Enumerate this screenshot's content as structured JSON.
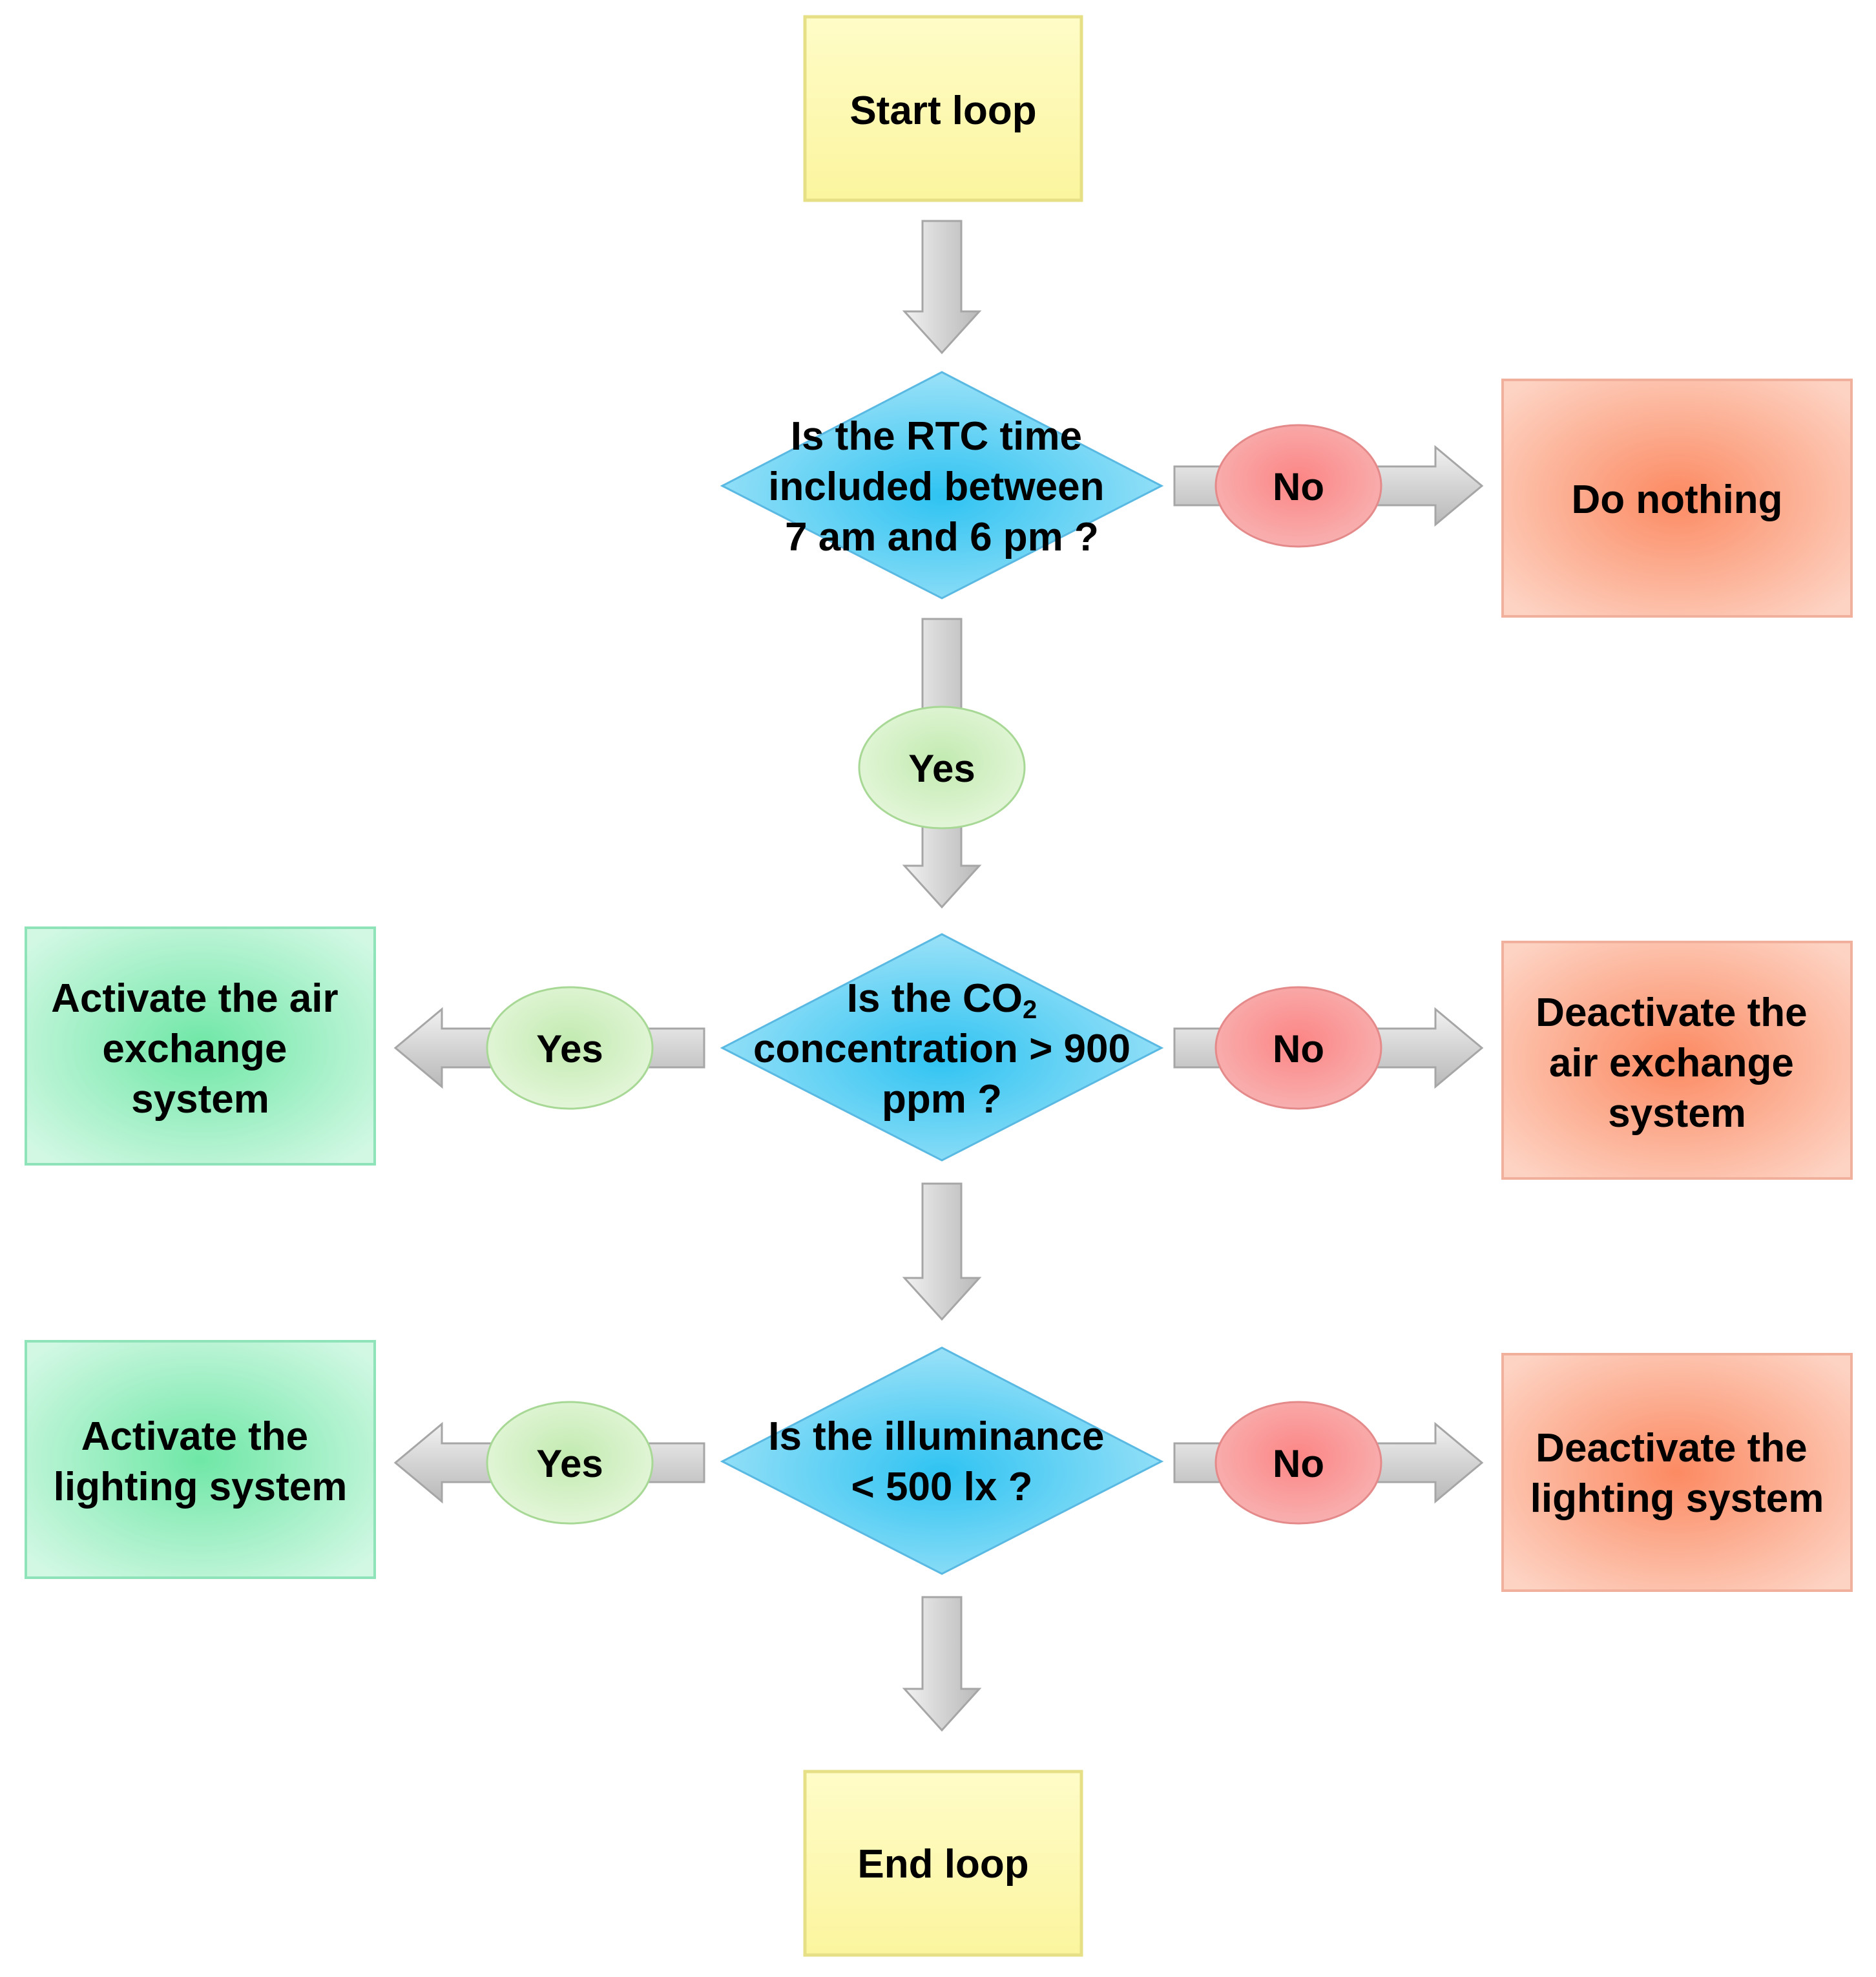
{
  "start": {
    "label": "Start loop"
  },
  "end": {
    "label": "End loop"
  },
  "decisions": {
    "rtc": {
      "lines": [
        "Is the RTC time",
        "included between",
        "7 am and 6 pm ?"
      ]
    },
    "co2": {
      "line1_a": "Is the CO",
      "line1_sub": "2",
      "line2": "concentration > 900",
      "line3": "ppm ?"
    },
    "illuminance": {
      "lines": [
        "Is the illuminance",
        "< 500 lx ?"
      ]
    }
  },
  "branches": {
    "no_label": "No",
    "yes_label": "Yes"
  },
  "actions": {
    "do_nothing": {
      "lines": [
        "Do nothing"
      ]
    },
    "activate_air": {
      "lines": [
        "Activate the air",
        "exchange",
        "system"
      ]
    },
    "deactivate_air": {
      "lines": [
        "Deactivate the",
        "air exchange",
        "system"
      ]
    },
    "activate_lighting": {
      "lines": [
        "Activate the",
        "lighting system"
      ]
    },
    "deactivate_lighting": {
      "lines": [
        "Deactivate the",
        "lighting system"
      ]
    }
  },
  "colors": {
    "terminal_fill": "#fdf8b8",
    "terminal_stroke": "#eae48a",
    "decision_fill": "#68cff2",
    "decision_stroke": "#4db8e4",
    "no_fill": "#f88f8f",
    "yes_fill": "#cdeebe",
    "red_box_fill": "#fc9a7c",
    "green_box_fill": "#8cecbc",
    "arrow_fill": "#dcdcdc",
    "arrow_stroke": "#aaaaaa"
  }
}
